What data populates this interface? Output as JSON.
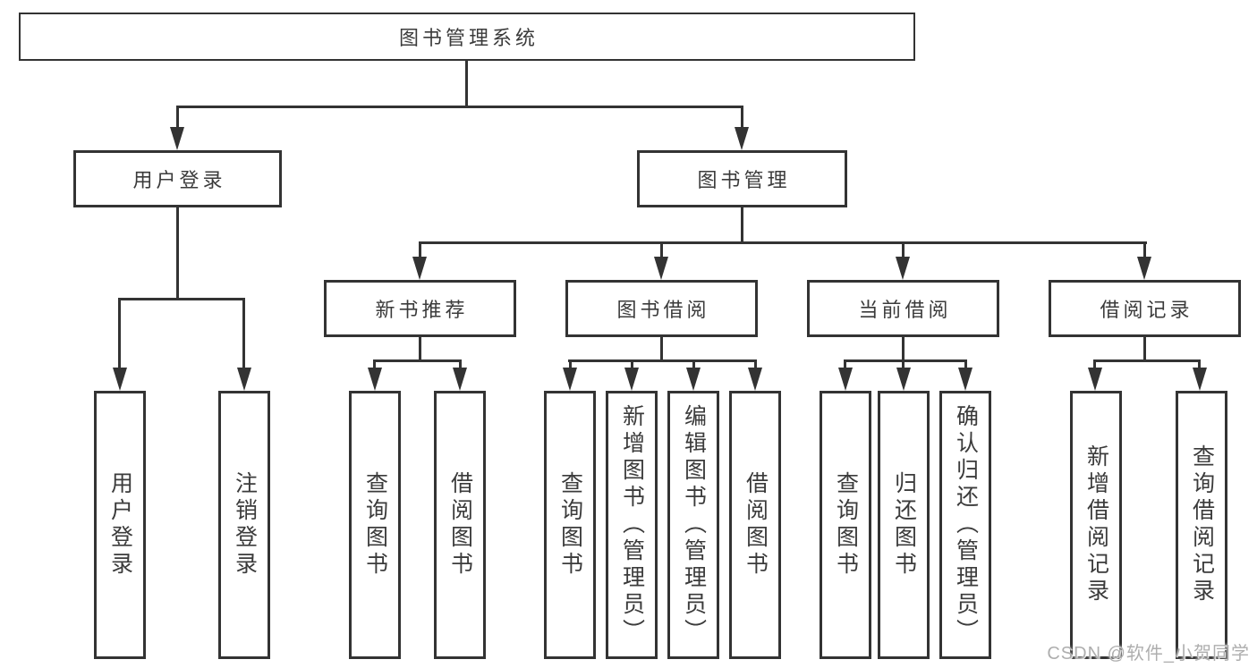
{
  "colors": {
    "line": "#333333",
    "text": "#3b3b3b",
    "watermark": "#aeaeae",
    "background": "#ffffff"
  },
  "watermark": {
    "text": "CSDN @软件_小贺同学"
  },
  "tree": {
    "root": {
      "label": "图书管理系统",
      "children": [
        {
          "label": "用户登录",
          "children": [
            {
              "label": "用户登录"
            },
            {
              "label": "注销登录"
            }
          ]
        },
        {
          "label": "图书管理",
          "children": [
            {
              "label": "新书推荐",
              "children": [
                {
                  "label": "查询图书"
                },
                {
                  "label": "借阅图书"
                }
              ]
            },
            {
              "label": "图书借阅",
              "children": [
                {
                  "label": "查询图书"
                },
                {
                  "label": "新增图书（管理员）"
                },
                {
                  "label": "编辑图书（管理员）"
                },
                {
                  "label": "借阅图书"
                }
              ]
            },
            {
              "label": "当前借阅",
              "children": [
                {
                  "label": "查询图书"
                },
                {
                  "label": "归还图书"
                },
                {
                  "label": "确认归还（管理员）"
                }
              ]
            },
            {
              "label": "借阅记录",
              "children": [
                {
                  "label": "新增借阅记录"
                },
                {
                  "label": "查询借阅记录"
                }
              ]
            }
          ]
        }
      ]
    }
  }
}
